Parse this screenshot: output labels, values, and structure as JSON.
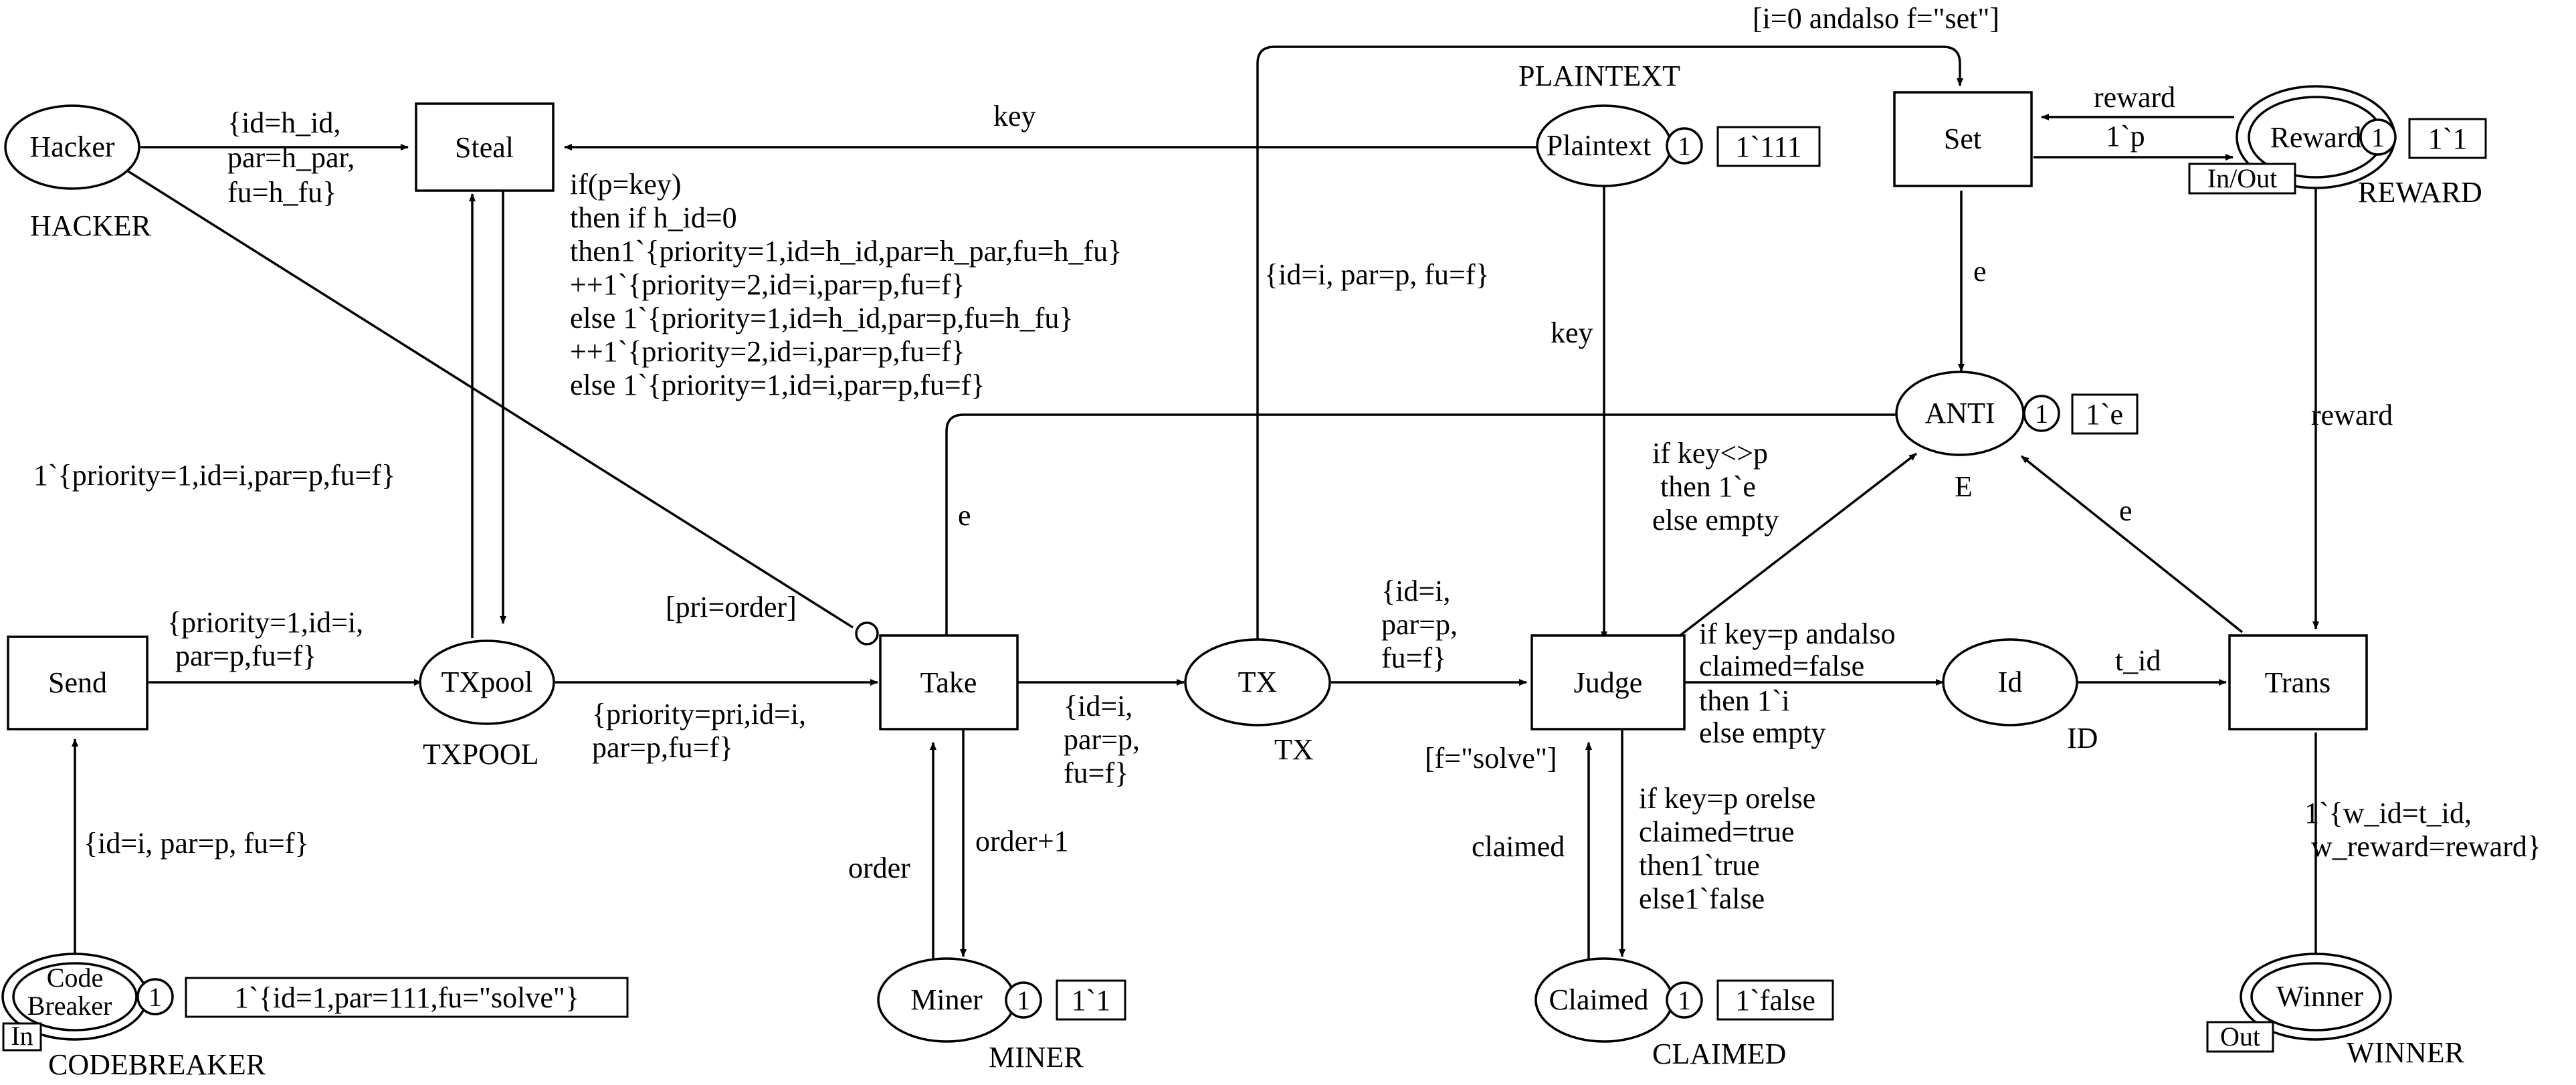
{
  "places": {
    "hacker": {
      "name": "Hacker",
      "type": "HACKER"
    },
    "plaintext": {
      "name": "Plaintext",
      "type": "PLAINTEXT",
      "count": "1",
      "marking": "1`111"
    },
    "reward": {
      "name": "Reward",
      "type": "REWARD",
      "count": "1",
      "marking": "1`1",
      "port": "In/Out"
    },
    "anti": {
      "name": "ANTI",
      "type": "E",
      "count": "1",
      "marking": "1`e"
    },
    "txpool": {
      "name": "TXpool",
      "type": "TXPOOL"
    },
    "tx": {
      "name": "TX",
      "type": "TX"
    },
    "id": {
      "name": "Id",
      "type": "ID"
    },
    "codebreaker": {
      "name_line1": "Code",
      "name_line2": "Breaker",
      "type": "CODEBREAKER",
      "count": "1",
      "marking": "1`{id=1,par=111,fu=\"solve\"}",
      "port": "In"
    },
    "miner": {
      "name": "Miner",
      "type": "MINER",
      "count": "1",
      "marking": "1`1"
    },
    "claimed": {
      "name": "Claimed",
      "type": "CLAIMED",
      "count": "1",
      "marking": "1`false"
    },
    "winner": {
      "name": "Winner",
      "type": "WINNER",
      "port": "Out"
    }
  },
  "transitions": {
    "steal": "Steal",
    "set": "Set",
    "send": "Send",
    "take": "Take",
    "judge": "Judge",
    "trans": "Trans"
  },
  "guards": {
    "set": "[i=0 andalso f=\"set\"]",
    "take": "[pri=order]",
    "judge": "[f=\"solve\"]"
  },
  "inscriptions": {
    "hacker_steal": [
      "{id=h_id,",
      "par=h_par,",
      "fu=h_fu}"
    ],
    "plaintext_steal": "key",
    "steal_txpool": [
      "if(p=key)",
      "then if h_id=0",
      "then1`{priority=1,id=h_id,par=h_par,fu=h_fu}",
      "++1`{priority=2,id=i,par=p,fu=f}",
      "else 1`{priority=1,id=h_id,par=p,fu=h_fu}",
      "++1`{priority=2,id=i,par=p,fu=f}",
      "else 1`{priority=1,id=i,par=p,fu=f}"
    ],
    "txpool_steal": "1`{priority=1,id=i,par=p,fu=f}",
    "tx_set": "{id=i, par=p, fu=f}",
    "reward_set_top": "reward",
    "reward_set_bottom": "1`p",
    "set_anti": "e",
    "plaintext_judge": "key",
    "reward_trans": "reward",
    "anti_take": "e",
    "judge_anti": [
      "if key<>p",
      "then 1`e",
      "else empty"
    ],
    "trans_anti": "e",
    "send_txpool": [
      "{priority=1,id=i,",
      "par=p,fu=f}"
    ],
    "txpool_take": [
      "{priority=pri,id=i,",
      "par=p,fu=f}"
    ],
    "take_tx": [
      "{id=i,",
      "par=p,",
      "fu=f}"
    ],
    "tx_judge": [
      "{id=i,",
      "par=p,",
      "fu=f}"
    ],
    "judge_id": [
      "if key=p andalso",
      "claimed=false",
      "then 1`i",
      "else empty"
    ],
    "id_trans": "t_id",
    "codebreaker_send": "{id=i, par=p, fu=f}",
    "miner_take": "order",
    "take_miner": "order+1",
    "claimed_judge": "claimed",
    "judge_claimed": [
      "if key=p orelse",
      "claimed=true",
      "then1`true",
      "else1`false"
    ],
    "trans_winner": [
      "1`{w_id=t_id,",
      "w_reward=reward}"
    ]
  }
}
